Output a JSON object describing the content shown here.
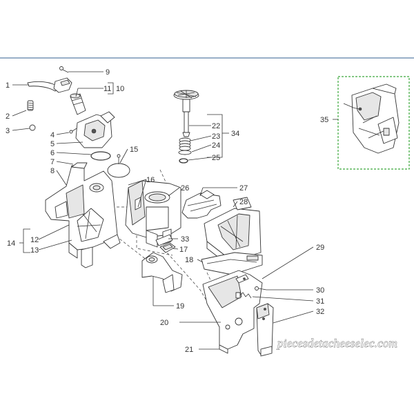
{
  "labels": {
    "n1": "1",
    "n2": "2",
    "n3": "3",
    "n4": "4",
    "n5": "5",
    "n6": "6",
    "n7": "7",
    "n8": "8",
    "n9": "9",
    "n10": "10",
    "n11": "11",
    "n12": "12",
    "n13": "13",
    "n14": "14",
    "n15": "15",
    "n16": "16",
    "n17": "17",
    "n18": "18",
    "n19": "19",
    "n20": "20",
    "n21": "21",
    "n22": "22",
    "n23": "23",
    "n24": "24",
    "n25": "25",
    "n26": "26",
    "n27": "27",
    "n28": "28",
    "n29": "29",
    "n30": "30",
    "n31": "31",
    "n32": "32",
    "n33": "33",
    "n34": "34",
    "n35": "35"
  },
  "watermark": "piecesdetacheeselec.com",
  "colors": {
    "top_rule": "#5b7fa8",
    "inset_border": "#3aa83a",
    "line": "#333333"
  }
}
